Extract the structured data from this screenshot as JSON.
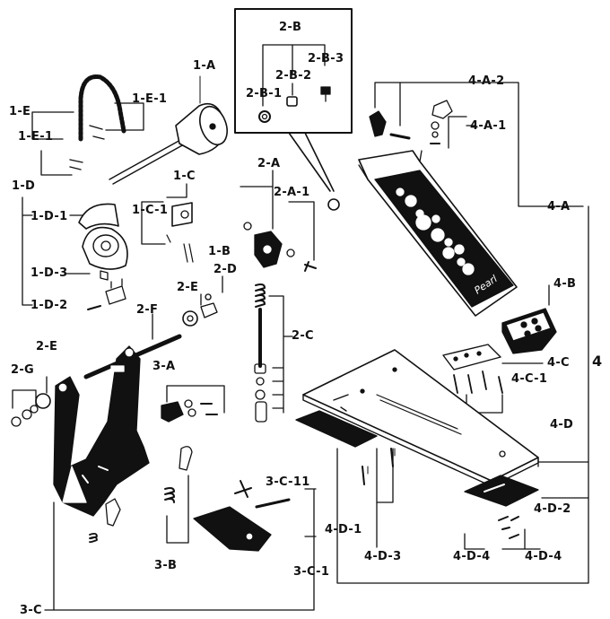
{
  "labels": {
    "l_1A": "1-A",
    "l_1E": "1-E",
    "l_1E1a": "1-E-1",
    "l_1E1b": "1-E-1",
    "l_1C": "1-C",
    "l_1C1": "1-C-1",
    "l_1B": "1-B",
    "l_1D": "1-D",
    "l_1D1": "1-D-1",
    "l_1D3": "1-D-3",
    "l_1D2": "1-D-2",
    "l_2B": "2-B",
    "l_2B3": "2-B-3",
    "l_2B2": "2-B-2",
    "l_2B1": "2-B-1",
    "l_2A": "2-A",
    "l_2A1": "2-A-1",
    "l_2D": "2-D",
    "l_2E_top": "2-E",
    "l_2F": "2-F",
    "l_2C": "2-C",
    "l_2E_left": "2-E",
    "l_2G": "2-G",
    "l_3A": "3-A",
    "l_3B": "3-B",
    "l_3C11": "3-C-11",
    "l_3C1": "3-C-1",
    "l_3C": "3-C",
    "l_4A2": "4-A-2",
    "l_4A1": "4-A-1",
    "l_4A": "4-A",
    "l_4B": "4-B",
    "l_4C": "4-C",
    "l_4": "4",
    "l_4C1": "4-C-1",
    "l_4D": "4-D",
    "l_4D2": "4-D-2",
    "l_4D1": "4-D-1",
    "l_4D3": "4-D-3",
    "l_4D4a": "4-D-4",
    "l_4D4b": "4-D-4"
  },
  "footplate_brand": "Pearl"
}
